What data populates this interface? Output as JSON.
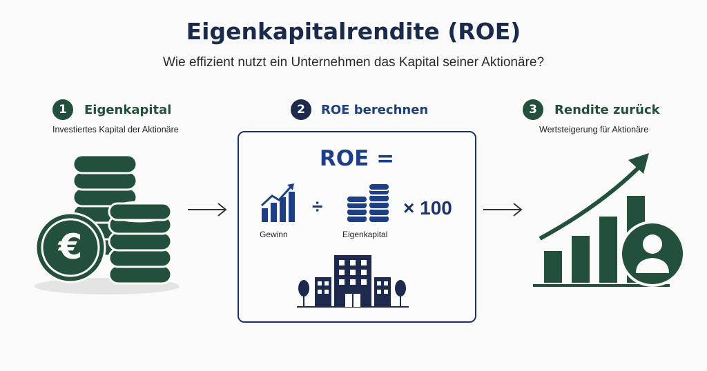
{
  "header": {
    "title": "Eigenkapitalrendite (ROE)",
    "subtitle": "Wie effizient nutzt ein Unternehmen das Kapital seiner Aktionäre?"
  },
  "steps": [
    {
      "number": "1",
      "title": "Eigenkapital",
      "description": "Investiertes Kapital der Aktionäre",
      "color": "#23503a",
      "icon": "coin-stack-euro-icon"
    },
    {
      "number": "2",
      "title": "ROE berechnen",
      "description": "",
      "color": "#1d2a4d"
    },
    {
      "number": "3",
      "title": "Rendite zurück",
      "description": "Wertsteigerung für Aktionäre",
      "color": "#23503a",
      "icon": "growth-chart-investor-icon"
    }
  ],
  "formula": {
    "lhs": "ROE =",
    "divide_symbol": "÷",
    "multiply": "× 100",
    "numerator_label": "Gewinn",
    "denominator_label": "Eigenkapital",
    "numerator_icon": "bar-chart-growth-icon",
    "denominator_icon": "coin-stack-icon",
    "company_icon": "company-building-icon"
  },
  "colors": {
    "green": "#23503a",
    "navy": "#1d2a4d",
    "blue": "#1d3f87"
  }
}
